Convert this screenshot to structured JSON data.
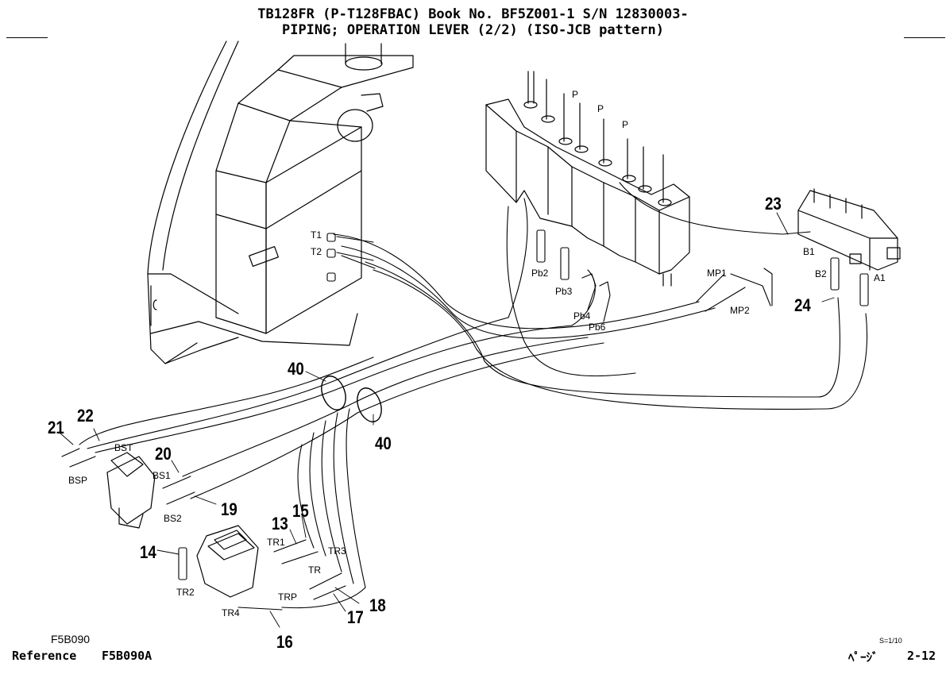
{
  "header": {
    "line1": "TB128FR (P-T128FBAC)  Book No. BF5Z001-1  S/N 12830003-",
    "line2": "PIPING; OPERATION LEVER (2/2) (ISO-JCB pattern)"
  },
  "port_labels": {
    "t1": "T1",
    "t2": "T2",
    "p1": "P",
    "p2": "P",
    "p3": "P",
    "pb2": "Pb2",
    "pb3": "Pb3",
    "pb4": "Pb4",
    "pb6": "Pb6",
    "mp1": "MP1",
    "mp2": "MP2",
    "b1": "B1",
    "b2": "B2",
    "a1": "A1",
    "bst": "BST",
    "bsp": "BSP",
    "bs1": "BS1",
    "bs2": "BS2",
    "tr1": "TR1",
    "tr2": "TR2",
    "tr3": "TR3",
    "tr4": "TR4",
    "tr": "TR",
    "trp": "TRP"
  },
  "part_numbers": {
    "n23": "23",
    "n24": "24",
    "n40a": "40",
    "n40b": "40",
    "n21": "21",
    "n22": "22",
    "n20": "20",
    "n19": "19",
    "n14": "14",
    "n13": "13",
    "n15": "15",
    "n16": "16",
    "n17": "17",
    "n18": "18"
  },
  "footer": {
    "figure_code": "F5B090",
    "reference_label": "Reference",
    "reference_value": "F5B090A",
    "scale": "S=1/10",
    "page_label": "ﾍﾟｰｼﾞ",
    "page_value": "2-12"
  }
}
